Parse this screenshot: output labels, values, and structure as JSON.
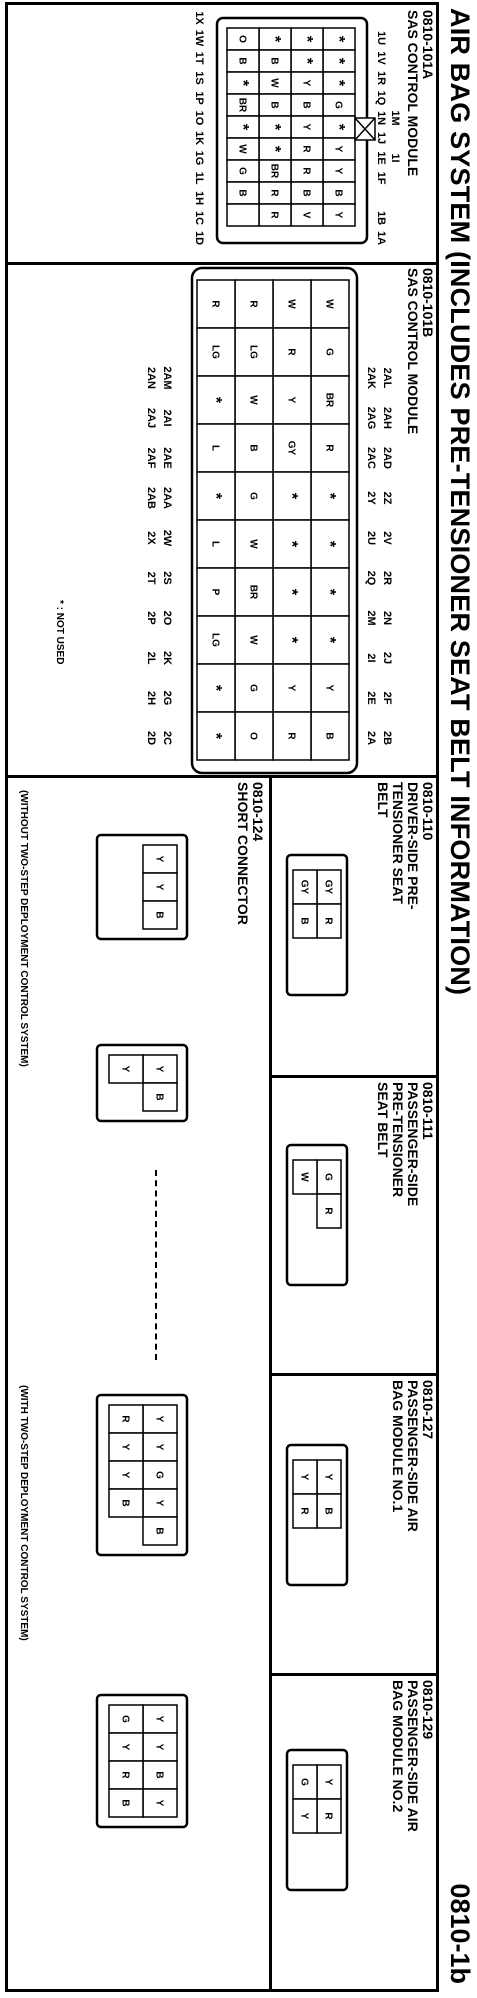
{
  "header": {
    "title": "AIR BAG SYSTEM (INCLUDES PRE-TENSIONER SEAT BELT INFORMATION)",
    "page_code": "0810-1b"
  },
  "connectors": [
    {
      "code": "0810-101A",
      "name": "SAS CONTROL MODULE",
      "pins_top": [
        "1A",
        "1B",
        "",
        "1F",
        "1E",
        "1J",
        "1N",
        "1Q",
        "1R",
        "1V",
        "1U"
      ],
      "pins_top2": [
        "",
        "",
        "",
        "",
        "1I",
        "",
        "1M",
        "",
        "",
        "",
        ""
      ],
      "pins_bottom": [
        "1D",
        "1C",
        "1H",
        "1L",
        "1G",
        "1K",
        "1O",
        "1P",
        "1S",
        "1T",
        "1W",
        "1X"
      ],
      "rows": [
        [
          "*",
          "*",
          "*",
          "G",
          "*",
          "Y",
          "Y",
          "B",
          "Y"
        ],
        [
          "*",
          "*",
          "Y",
          "B",
          "Y",
          "R",
          "R",
          "B",
          "V"
        ],
        [
          "*",
          "B",
          "W",
          "B",
          "*",
          "*",
          "BR",
          "R",
          "R"
        ],
        [
          "O",
          "B",
          "*",
          "BR",
          "*",
          "W",
          "G",
          "B",
          ""
        ]
      ]
    },
    {
      "code": "0810-101B",
      "name": "SAS CONTROL MODULE",
      "pins_top": [
        "2A",
        "2E",
        "2I",
        "2M",
        "2Q",
        "2U",
        "2Y",
        "2AC",
        "2AG",
        "2AK"
      ],
      "pins_top2": [
        "2B",
        "2F",
        "2J",
        "2N",
        "2R",
        "2V",
        "2Z",
        "2AD",
        "2AH",
        "2AL"
      ],
      "pins_bottom": [
        "2C",
        "2G",
        "2K",
        "2O",
        "2S",
        "2W",
        "2AA",
        "2AE",
        "2AI",
        "2AM"
      ],
      "pins_bottom2": [
        "2D",
        "2H",
        "2L",
        "2P",
        "2T",
        "2X",
        "2AB",
        "2AF",
        "2AJ",
        "2AN"
      ],
      "rows": [
        [
          "W",
          "G",
          "BR",
          "R",
          "*",
          "*",
          "*",
          "*",
          "Y",
          "B"
        ],
        [
          "W",
          "R",
          "Y",
          "GY",
          "*",
          "*",
          "*",
          "*",
          "Y",
          "R"
        ],
        [
          "R",
          "LG",
          "W",
          "B",
          "G",
          "W",
          "BR",
          "W",
          "G",
          "O"
        ],
        [
          "R",
          "LG",
          "*",
          "L",
          "*",
          "L",
          "P",
          "LG",
          "*",
          "*"
        ]
      ],
      "not_used_note": "* : NOT USED"
    },
    {
      "code": "0810-110",
      "name": "DRIVER-SIDE PRE-TENSIONER SEAT BELT",
      "pins": [
        "GY",
        "GY",
        "R",
        "B"
      ]
    },
    {
      "code": "0810-111",
      "name": "PASSENGER-SIDE PRE-TENSIONER SEAT BELT",
      "pins": [
        "G",
        "W",
        "R"
      ]
    },
    {
      "code": "0810-127",
      "name": "PASSENGER-SIDE AIR BAG MODULE NO.1",
      "pins": [
        "Y",
        "Y",
        "B",
        "R"
      ]
    },
    {
      "code": "0810-129",
      "name": "PASSENGER-SIDE AIR BAG MODULE NO.2",
      "pins": [
        "Y",
        "G",
        "R",
        "Y"
      ]
    },
    {
      "code": "0810-124",
      "name": "SHORT CONNECTOR",
      "variant_a": "(WITHOUT TWO-STEP DEPLOYMENT CONTROL SYSTEM)",
      "variant_b": "(WITH TWO-STEP DEPLOYMENT CONTROL SYSTEM)",
      "pins_a": [
        "Y",
        "Y",
        "B"
      ],
      "pins_a2": [
        "Y",
        "B",
        "Y"
      ],
      "pins_b": [
        "Y",
        "Y",
        "G",
        "Y",
        "B",
        "R",
        "Y",
        "Y",
        "B"
      ],
      "pins_b2": [
        "Y",
        "Y",
        "B",
        "Y",
        "G",
        "Y",
        "R",
        "B"
      ]
    }
  ]
}
